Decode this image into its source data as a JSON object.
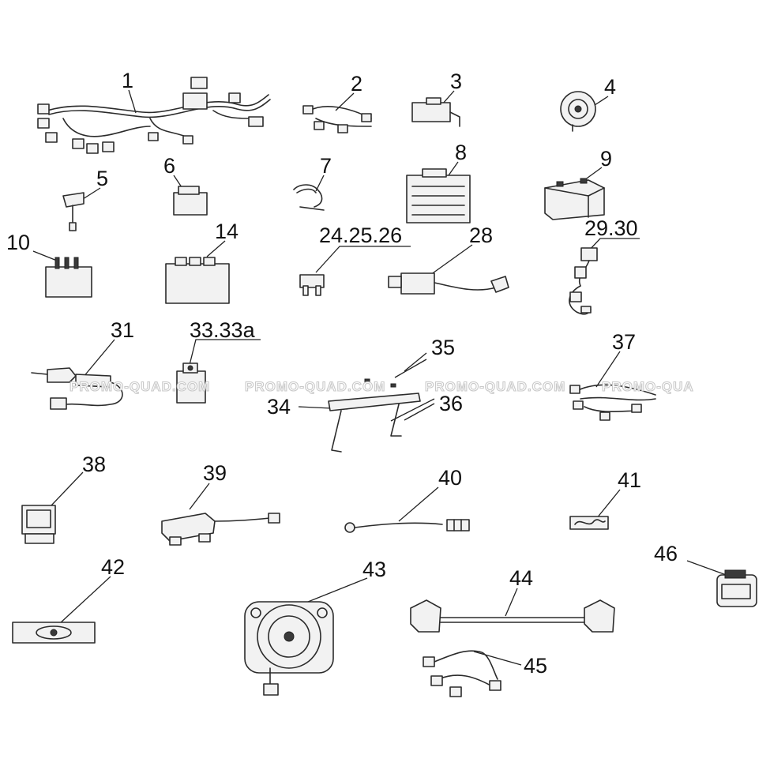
{
  "parts": [
    {
      "id": "1",
      "label": "1"
    },
    {
      "id": "2",
      "label": "2"
    },
    {
      "id": "3",
      "label": "3"
    },
    {
      "id": "4",
      "label": "4"
    },
    {
      "id": "5",
      "label": "5"
    },
    {
      "id": "6",
      "label": "6"
    },
    {
      "id": "7",
      "label": "7"
    },
    {
      "id": "8",
      "label": "8"
    },
    {
      "id": "9",
      "label": "9"
    },
    {
      "id": "10",
      "label": "10"
    },
    {
      "id": "14",
      "label": "14"
    },
    {
      "id": "24",
      "label": "24.25.26"
    },
    {
      "id": "28",
      "label": "28"
    },
    {
      "id": "29",
      "label": "29.30"
    },
    {
      "id": "31",
      "label": "31"
    },
    {
      "id": "33",
      "label": "33.33a"
    },
    {
      "id": "35",
      "label": "35"
    },
    {
      "id": "34",
      "label": "34"
    },
    {
      "id": "36",
      "label": "36"
    },
    {
      "id": "37",
      "label": "37"
    },
    {
      "id": "38",
      "label": "38"
    },
    {
      "id": "39",
      "label": "39"
    },
    {
      "id": "40",
      "label": "40"
    },
    {
      "id": "41",
      "label": "41"
    },
    {
      "id": "42",
      "label": "42"
    },
    {
      "id": "43",
      "label": "43"
    },
    {
      "id": "44",
      "label": "44"
    },
    {
      "id": "45",
      "label": "45"
    },
    {
      "id": "46",
      "label": "46"
    }
  ],
  "watermark": {
    "text": "PROMO-QUAD.COM",
    "truncated_text": "PROMO-QUA"
  },
  "colors": {
    "background": "#ffffff",
    "line": "#222222",
    "watermark_outline": "#c9c9c9"
  }
}
